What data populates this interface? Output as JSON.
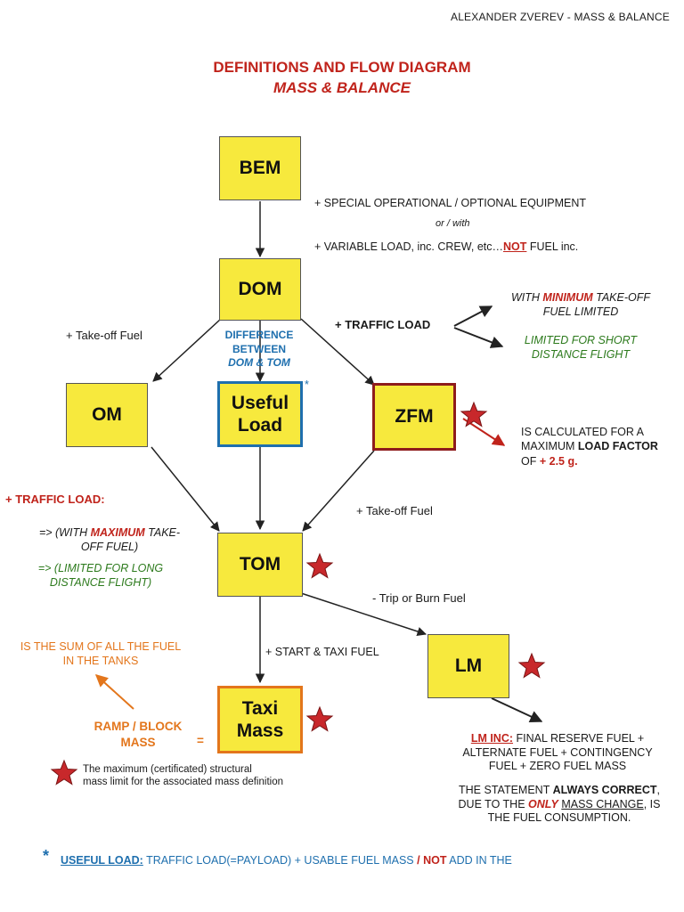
{
  "header": "ALEXANDER ZVEREV - MASS & BALANCE",
  "title": "DEFINITIONS AND FLOW DIAGRAM",
  "subtitle": "MASS & BALANCE",
  "boxes": {
    "bem": "BEM",
    "dom": "DOM",
    "om": "OM",
    "useful_line1": "Useful",
    "useful_line2": "Load",
    "zfm": "ZFM",
    "tom": "TOM",
    "taxi_line1": "Taxi",
    "taxi_line2": "Mass",
    "lm": "LM"
  },
  "bem_notes": {
    "line1": "+ SPECIAL OPERATIONAL / OPTIONAL EQUIPMENT",
    "line2": "or / with",
    "line3_pre": "+ VARIABLE LOAD, inc. CREW, etc…",
    "line3_not": "NOT",
    "line3_post": " FUEL inc."
  },
  "takeoff_fuel_left": "+ Take-off Fuel",
  "difference": {
    "line1": "DIFFERENCE",
    "line2": "BETWEEN",
    "line3": "DOM & TOM"
  },
  "useful_star": "*",
  "traffic_load_right": "+ TRAFFIC LOAD",
  "with_minimum": {
    "pre": "WITH ",
    "word": "MINIMUM",
    "post": " TAKE-OFF",
    "line2": "FUEL LIMITED"
  },
  "limited_short": {
    "line1": "LIMITED FOR SHORT",
    "line2": "DISTANCE FLIGHT"
  },
  "zfm_note": {
    "line1": "IS CALCULATED FOR A",
    "line2_pre": "MAXIMUM ",
    "line2_bold": "LOAD FACTOR",
    "line3_pre": "OF ",
    "line3_val": "+ 2.5 g."
  },
  "traffic_load_left": "+ TRAFFIC LOAD:",
  "with_maximum": {
    "pre": "=> (WITH ",
    "word": "MAXIMUM",
    "post": " TAKE-",
    "line2": "OFF FUEL)"
  },
  "limited_long": {
    "line1": "=> (LIMITED FOR LONG",
    "line2": "DISTANCE FLIGHT)"
  },
  "takeoff_fuel_right": "+ Take-off Fuel",
  "trip_fuel": "- Trip or Burn Fuel",
  "start_taxi": "+ START & TAXI FUEL",
  "sum_fuel": {
    "line1": "IS THE SUM OF ALL THE FUEL",
    "line2": "IN THE TANKS"
  },
  "ramp": {
    "line1": "RAMP / BLOCK",
    "line2": "MASS",
    "equals": "="
  },
  "legend": {
    "line1": "The maximum (certificated) structural",
    "line2": "mass limit for the associated mass definition"
  },
  "lm_inc": {
    "label": "LM INC:",
    "line1_rest": " FINAL RESERVE FUEL +",
    "line2": "ALTERNATE FUEL + CONTINGENCY",
    "line3": "FUEL + ZERO FUEL MASS"
  },
  "statement": {
    "pre": "THE STATEMENT ",
    "bold": "ALWAYS CORRECT",
    "post": ",",
    "line2_pre": "DUE TO THE ",
    "line2_only": "ONLY",
    "line2_sp": " ",
    "line2_u": "MASS CHANGE",
    "line2_post": ", IS",
    "line3": "THE FUEL CONSUMPTION."
  },
  "footnote": {
    "star": "*",
    "label": "USEFUL LOAD:",
    "text": " TRAFFIC LOAD(=PAYLOAD) + USABLE FUEL MASS ",
    "slash": "/",
    "sp": " ",
    "not": "NOT",
    "tail": " ADD IN THE"
  },
  "colors": {
    "box_fill": "#f7e93d",
    "red": "#c0231b",
    "green": "#2c7a1c",
    "orange": "#e3761c",
    "blue": "#1e6fae",
    "star": "#c8282b"
  }
}
